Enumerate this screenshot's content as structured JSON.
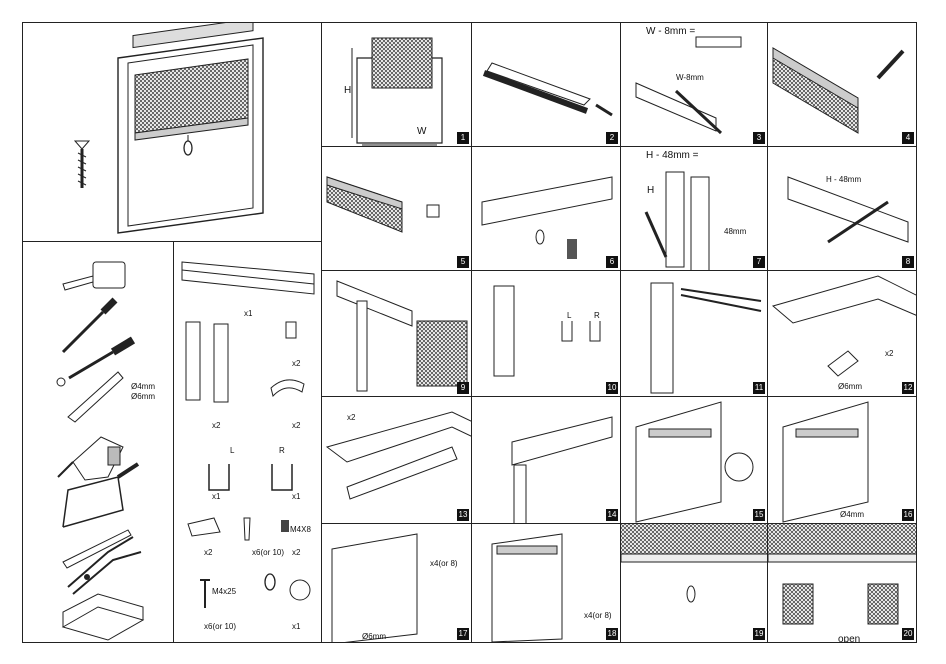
{
  "step_labels": {
    "window_h": "H",
    "window_w": "W",
    "w_formula": "W - 8mm =",
    "w_bar": "W-8mm",
    "h_formula": "H - 48mm =",
    "h_letter": "H",
    "h48": "48mm",
    "h_bar": "H - 48mm",
    "drill_6mm": "Ø6mm",
    "drill_4mm": "Ø4mm",
    "x2": "x2",
    "x4_or8": "x4(or 8)",
    "open": "open",
    "l": "L",
    "r": "R"
  },
  "tools": {
    "drill_sizes": [
      "Ø4mm",
      "Ø6mm"
    ]
  },
  "parts": {
    "p1": "x1",
    "p2": "x2",
    "p3": "x2",
    "p4": "x2",
    "p5": "x1",
    "p6": "x1",
    "p7": "x2",
    "p9": "x6(or 10)",
    "p8": "x2",
    "m4x8": "M4X8",
    "m4x25": "M4x25",
    "p10": "x6(or 10)",
    "p11": "x1",
    "l": "L",
    "r": "R"
  },
  "circles": [
    "1",
    "2",
    "3",
    "4",
    "5",
    "6",
    "7",
    "8",
    "9",
    "10",
    "11"
  ]
}
